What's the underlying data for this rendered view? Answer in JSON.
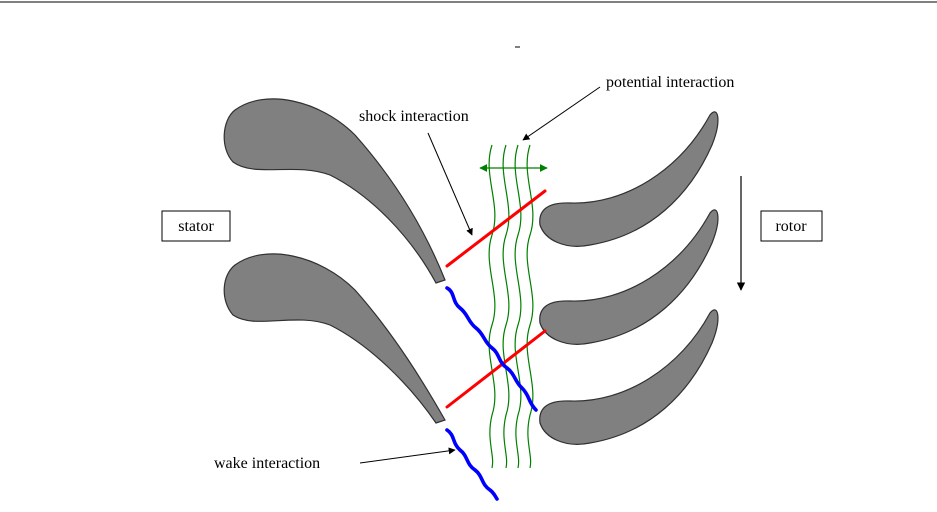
{
  "labels": {
    "stator": "stator",
    "rotor": "rotor",
    "shock": "shock interaction",
    "potential": "potential interaction",
    "wake": "wake interaction"
  },
  "colors": {
    "blade_fill": "#808080",
    "blade_stroke": "#303030",
    "shock": "#ff0000",
    "wake": "#0000ff",
    "potential": "#008000",
    "text": "#000000",
    "top_rule": "#000000"
  },
  "icons": {
    "rotation_arrow": "down-arrow-icon",
    "potential_arrow": "double-headed-arrow-icon"
  }
}
